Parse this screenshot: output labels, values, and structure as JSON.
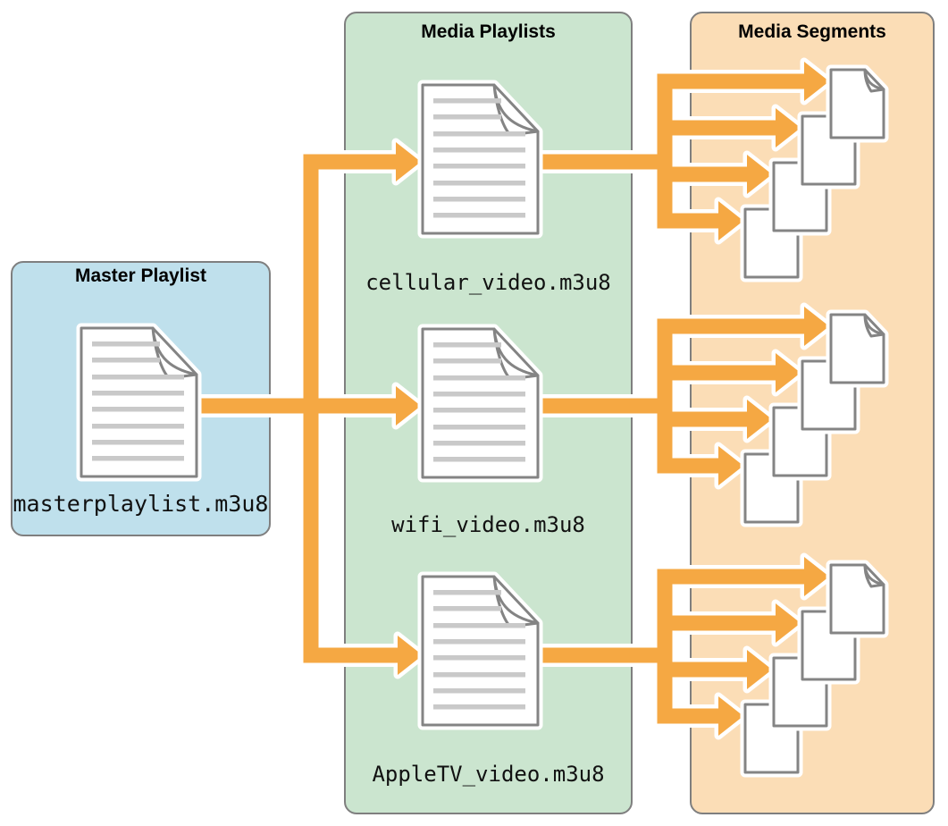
{
  "panels": {
    "master": {
      "header": "Master Playlist",
      "file": "masterplaylist.m3u8"
    },
    "media_playlists": {
      "header": "Media Playlists",
      "files": [
        "cellular_video.m3u8",
        "wifi_video.m3u8",
        "AppleTV_video.m3u8"
      ]
    },
    "media_segments": {
      "header": "Media Segments",
      "group_count": 3,
      "segments_per_group": 4
    }
  },
  "colors": {
    "panel-blue": "#BFE0EC",
    "panel-green": "#CBE5CF",
    "panel-orange": "#FBDDB6",
    "arrow": "#F5A843",
    "border-gray": "#7F7F7F",
    "doc-stroke": "#848484",
    "doc-line": "#C9C9C9",
    "text": "#000000"
  }
}
